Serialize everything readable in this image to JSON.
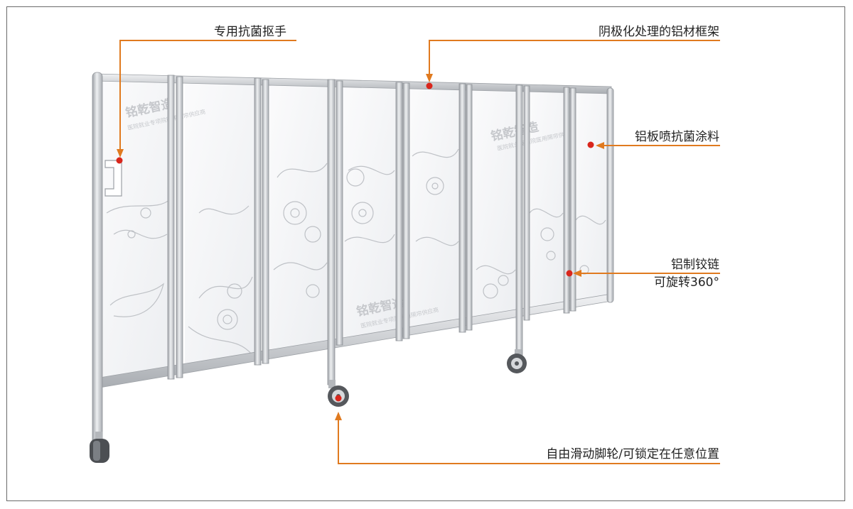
{
  "colors": {
    "callout_line": "#e07a1f",
    "marker_dot": "#d9261c",
    "frame_border": "#6a6a6a",
    "aluminum": "#c9ccd0",
    "panel": "#f4f5f7"
  },
  "callouts": {
    "handle": "专用抗菌抠手",
    "frame": "阴极化处理的铝材框架",
    "coating": "铝板喷抗菌涂料",
    "hinge_line1": "铝制铰链",
    "hinge_line2": "可旋转360°",
    "casters": "自由滑动脚轮/可锁定在任意位置"
  },
  "watermark": {
    "brand": "铭乾智造",
    "tagline": "医院就业专项院医用隔帘供应商"
  }
}
